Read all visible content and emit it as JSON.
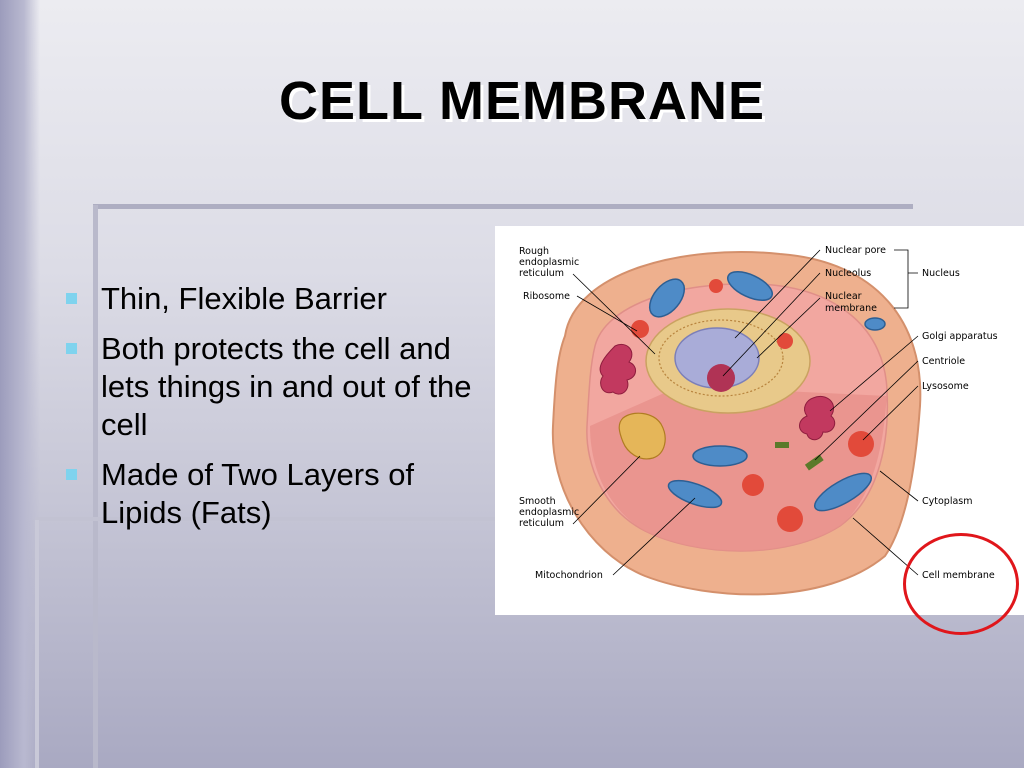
{
  "slide": {
    "title": "CELL MEMBRANE",
    "bullets": [
      "Thin, Flexible Barrier",
      "Both protects the cell and lets things in and out of the cell",
      "Made of Two Layers of Lipids (Fats)"
    ],
    "bullet_color": "#7fd3ee",
    "highlight_color": "#e0161b"
  },
  "diagram": {
    "labels": {
      "rough_er": [
        "Rough",
        "endoplasmic",
        "reticulum"
      ],
      "ribosome": "Ribosome",
      "smooth_er": [
        "Smooth",
        "endoplasmic",
        "reticulum"
      ],
      "mitochondrion": "Mitochondrion",
      "nuclear_pore": "Nuclear pore",
      "nucleolus": "Nucleolus",
      "nuclear_membrane": [
        "Nuclear",
        "membrane"
      ],
      "nucleus": "Nucleus",
      "golgi": "Golgi apparatus",
      "centriole": "Centriole",
      "lysosome": "Lysosome",
      "cytoplasm": "Cytoplasm",
      "cell_membrane": "Cell membrane"
    }
  }
}
